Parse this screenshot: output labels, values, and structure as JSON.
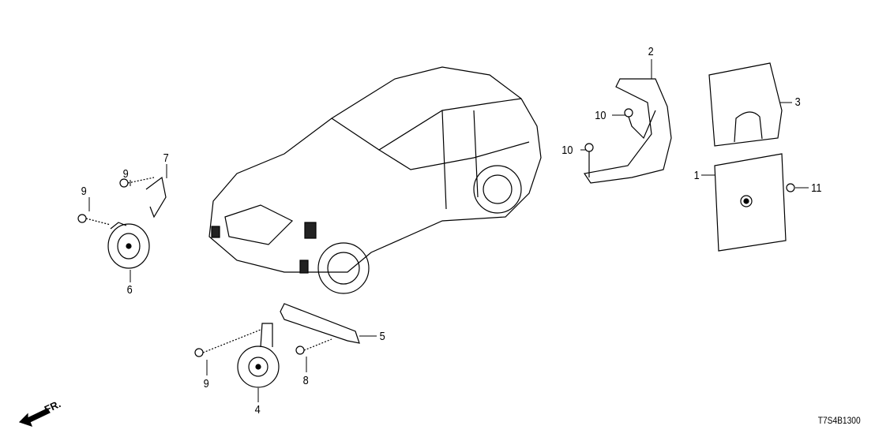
{
  "diagram_code": "T7S4B1300",
  "direction_marker": "FR.",
  "callouts": [
    {
      "number": "1",
      "part": "ecu-unit"
    },
    {
      "number": "2",
      "part": "ecu-bracket"
    },
    {
      "number": "3",
      "part": "ecu-cover"
    },
    {
      "number": "4",
      "part": "horn-low"
    },
    {
      "number": "5",
      "part": "horn-bracket"
    },
    {
      "number": "6",
      "part": "horn-high"
    },
    {
      "number": "7",
      "part": "horn-stay"
    },
    {
      "number": "8",
      "part": "bolt"
    },
    {
      "number": "9",
      "part": "bolt"
    },
    {
      "number": "10",
      "part": "bolt"
    },
    {
      "number": "11",
      "part": "bolt"
    }
  ]
}
